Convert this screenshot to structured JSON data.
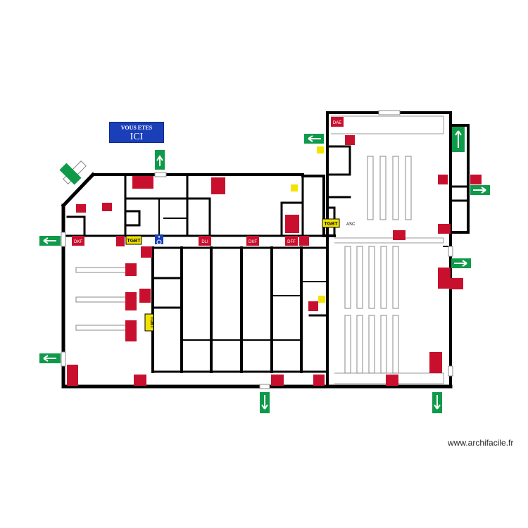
{
  "plan": {
    "you_are_here": {
      "line1": "VOUS ETES",
      "line2": "ICI"
    },
    "panels": [
      {
        "text": "TGBT"
      },
      {
        "text": "TGBT"
      },
      {
        "text": "TDBT"
      }
    ],
    "labels": {
      "asc": "ASC",
      "dae": "DAE",
      "dkf_1": "DKF",
      "dli": "DLI",
      "dkf_2": "DKF",
      "dff": "DFF"
    },
    "accessibility_icon": "wheelchair-icon",
    "signs": {
      "exit_sign_icon": "emergency-exit-icon",
      "extinguisher_icon": "fire-extinguisher-icon",
      "colors": {
        "exit": "#0f9a4a",
        "fire": "#c8102e",
        "panel": "#f2e400",
        "wall": "#000000",
        "you_are_here": "#1a3fb8"
      }
    }
  },
  "footer": {
    "credit": "www.archifacile.fr"
  }
}
